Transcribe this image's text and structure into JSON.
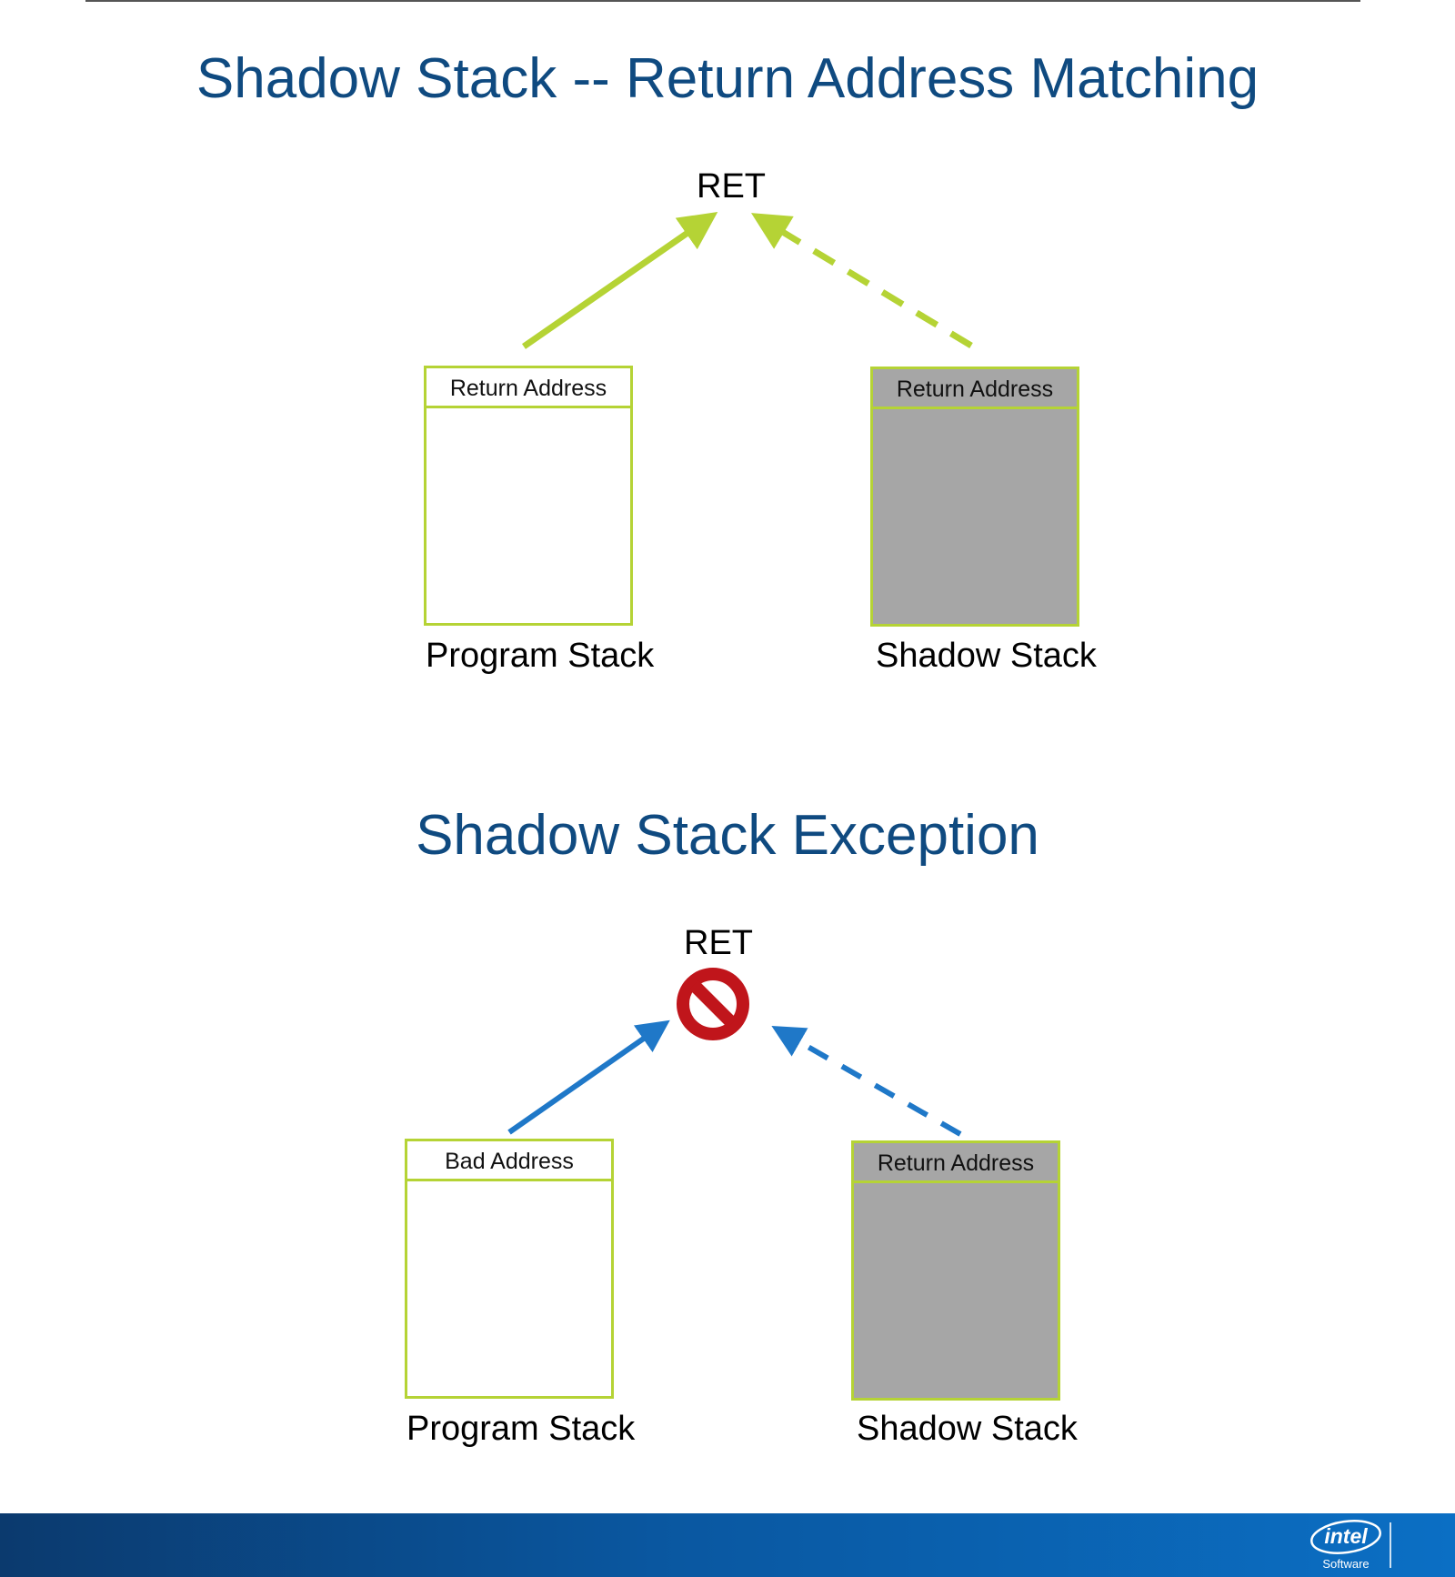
{
  "matching": {
    "title": "Shadow Stack -- Return Address Matching",
    "ret_label": "RET",
    "program_stack": {
      "head": "Return Address",
      "caption": "Program Stack"
    },
    "shadow_stack": {
      "head": "Return Address",
      "caption": "Shadow Stack"
    },
    "arrow_color": "#b5d335"
  },
  "exception": {
    "title": "Shadow Stack Exception",
    "ret_label": "RET",
    "program_stack": {
      "head": "Bad Address",
      "caption": "Program Stack"
    },
    "shadow_stack": {
      "head": "Return Address",
      "caption": "Shadow Stack"
    },
    "arrow_color": "#1f78c8",
    "blocked_icon": "prohibited-icon",
    "blocked_color": "#c0151b"
  },
  "footer": {
    "logo_text": "intel",
    "logo_sub": "Software",
    "bar_color": "#0a57a0"
  },
  "stack_border_color": "#b5d335",
  "shadow_fill_color": "#a6a6a6",
  "title_color": "#0f4a80"
}
